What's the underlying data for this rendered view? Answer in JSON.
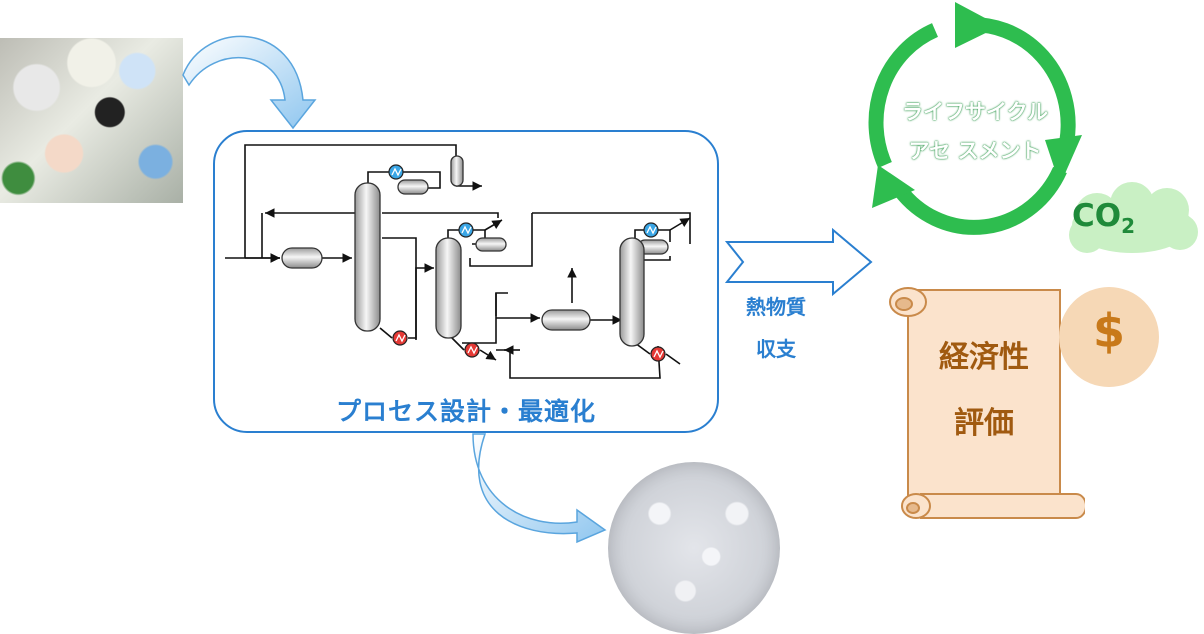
{
  "process": {
    "title": "プロセス設計・最適化"
  },
  "flow_label": {
    "line1": "熱物質",
    "line2": "収支"
  },
  "lca": {
    "line1": "ライフサイクル",
    "line2": "アセ スメント"
  },
  "co2": {
    "main": "CO",
    "sub": "2"
  },
  "economic": {
    "symbol": "$",
    "line1": "経済性",
    "line2": "評価"
  },
  "colors": {
    "process_blue": "#2a7fd0",
    "lca_green": "#2ebd4f",
    "scroll_fill": "#fbe3cc",
    "scroll_edge": "#c98a4a",
    "econ_text": "#a05a10"
  }
}
